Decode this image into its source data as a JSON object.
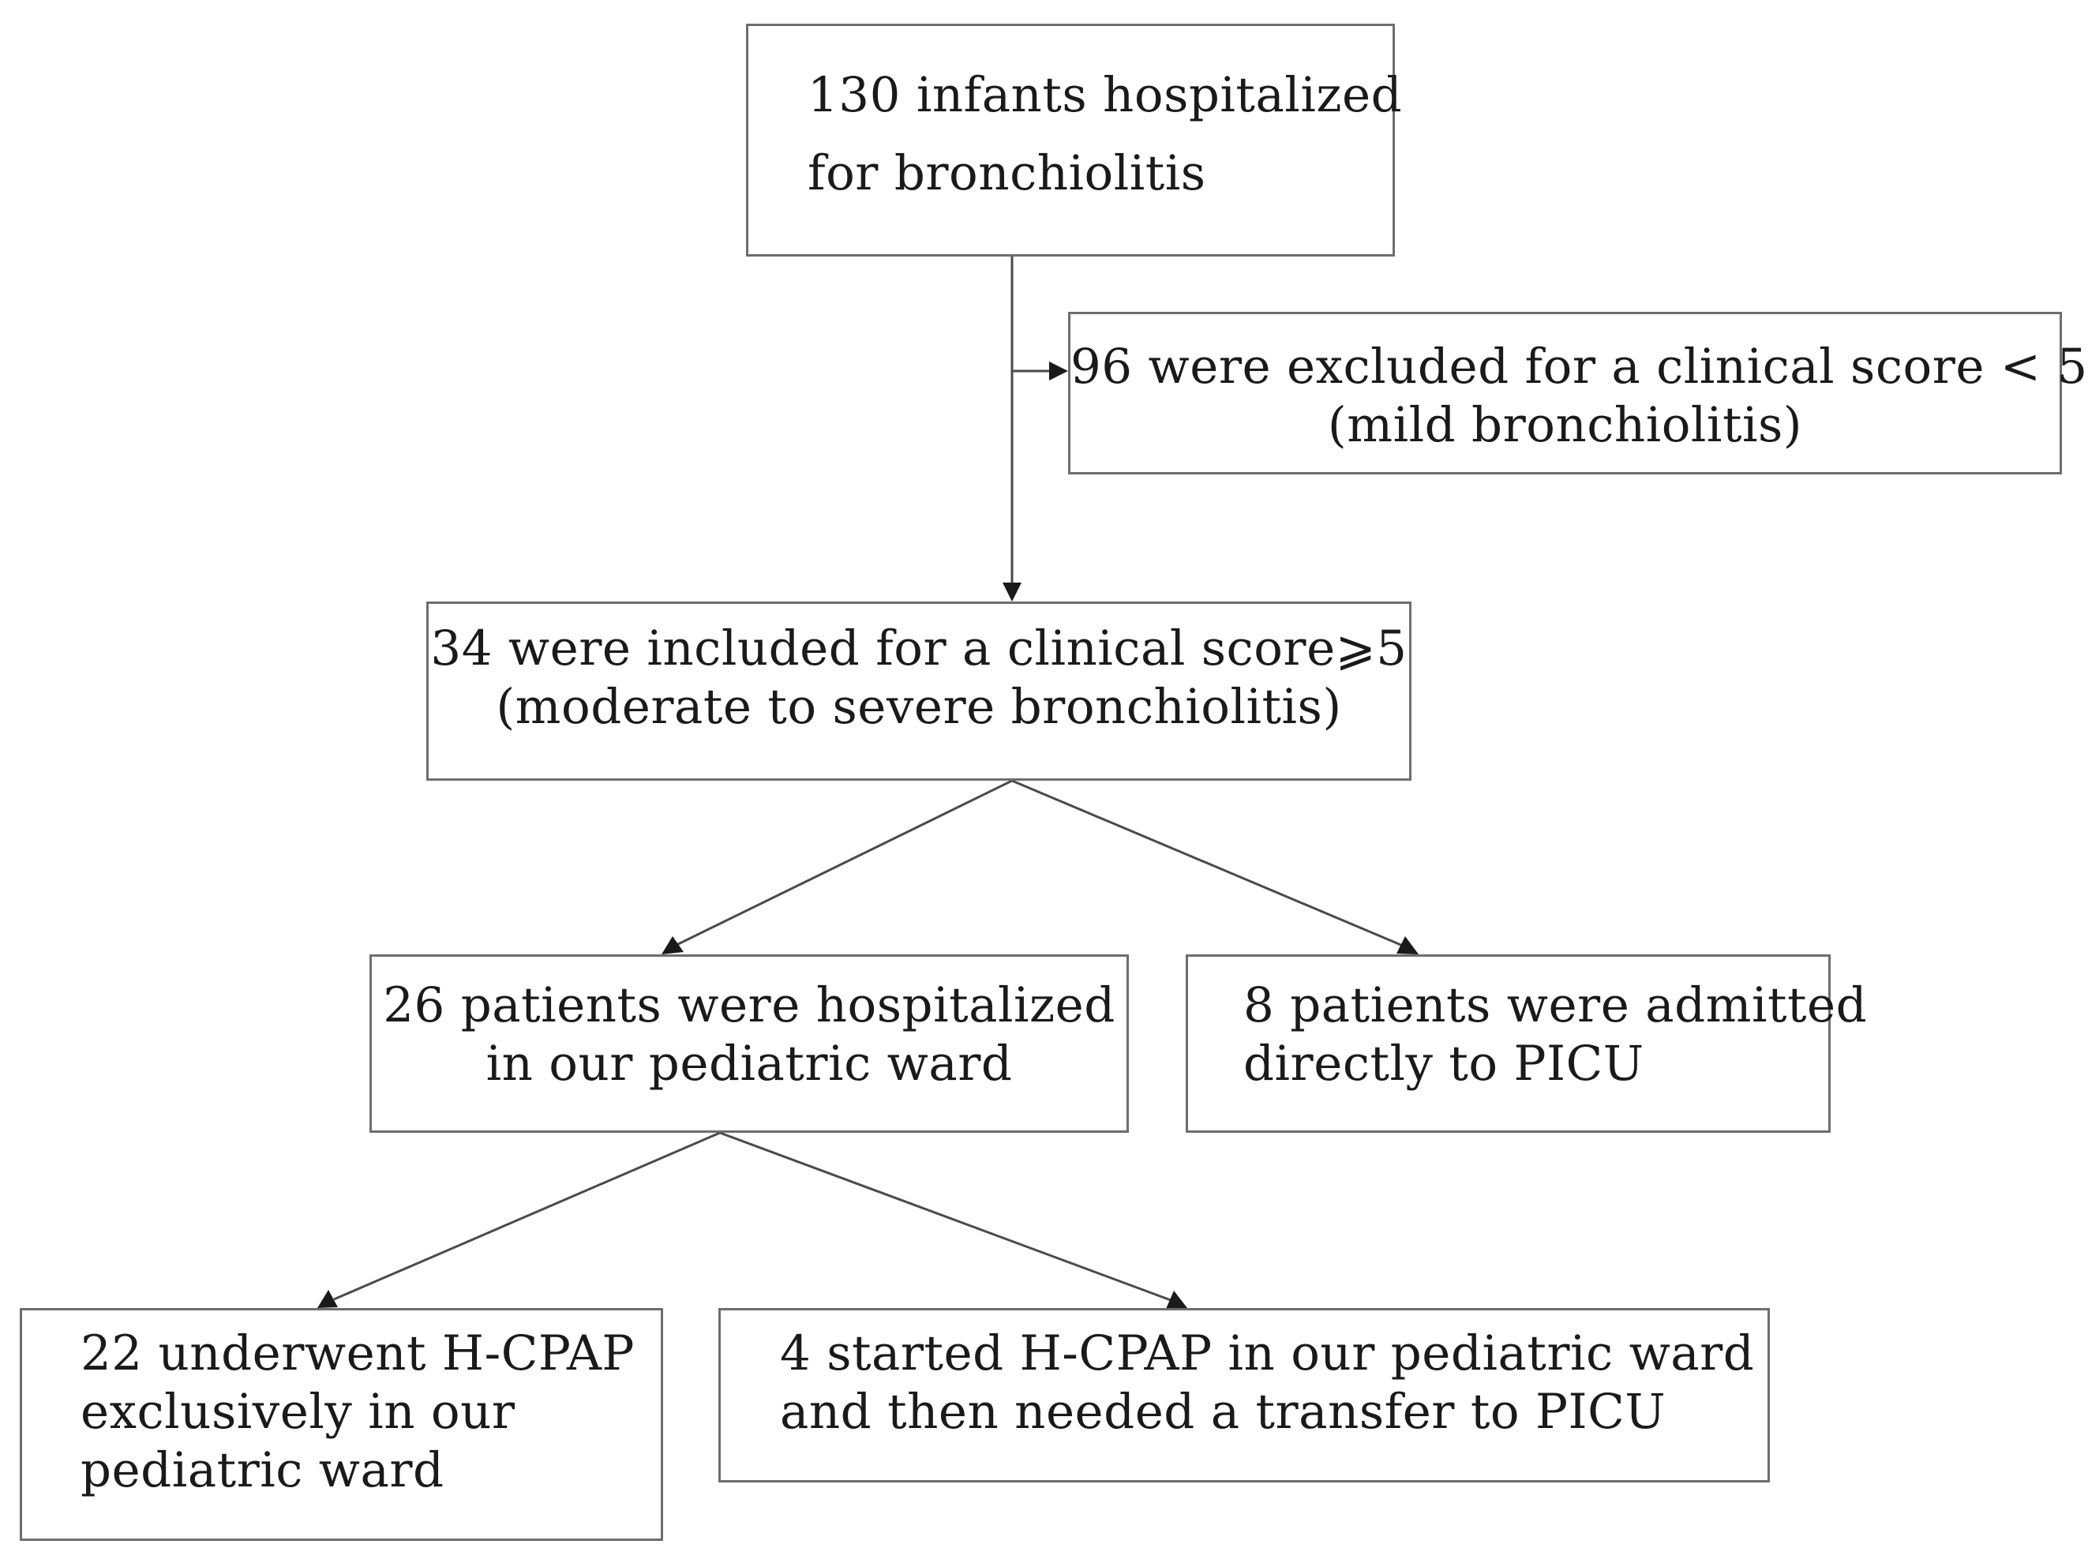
{
  "diagram": {
    "nodes": {
      "total": {
        "lines": [
          "130 infants hospitalized",
          "for bronchiolitis"
        ]
      },
      "excluded": {
        "lines": [
          "96 were excluded for a clinical score < 5",
          "(mild bronchiolitis)"
        ]
      },
      "included": {
        "lines": [
          "34 were included for a clinical score⩾5",
          "(moderate to severe bronchiolitis)"
        ]
      },
      "ward": {
        "lines": [
          "26 patients were hospitalized",
          "in our pediatric ward"
        ]
      },
      "picu": {
        "lines": [
          "8 patients were admitted",
          "directly to PICU"
        ]
      },
      "hcpap_ward": {
        "lines": [
          "22 underwent H-CPAP",
          "exclusively in our",
          "pediatric ward"
        ]
      },
      "hcpap_transfer": {
        "lines": [
          "4 started H-CPAP in our pediatric ward",
          "and then needed a transfer to PICU"
        ]
      }
    },
    "edges": [
      {
        "from": "total",
        "to": "included"
      },
      {
        "from": "total",
        "to": "excluded"
      },
      {
        "from": "included",
        "to": "ward"
      },
      {
        "from": "included",
        "to": "picu"
      },
      {
        "from": "ward",
        "to": "hcpap_ward"
      },
      {
        "from": "ward",
        "to": "hcpap_transfer"
      }
    ],
    "colors": {
      "border": "#6e6e6e",
      "connector": "#4a4a4a",
      "text": "#1a1a1a"
    }
  }
}
